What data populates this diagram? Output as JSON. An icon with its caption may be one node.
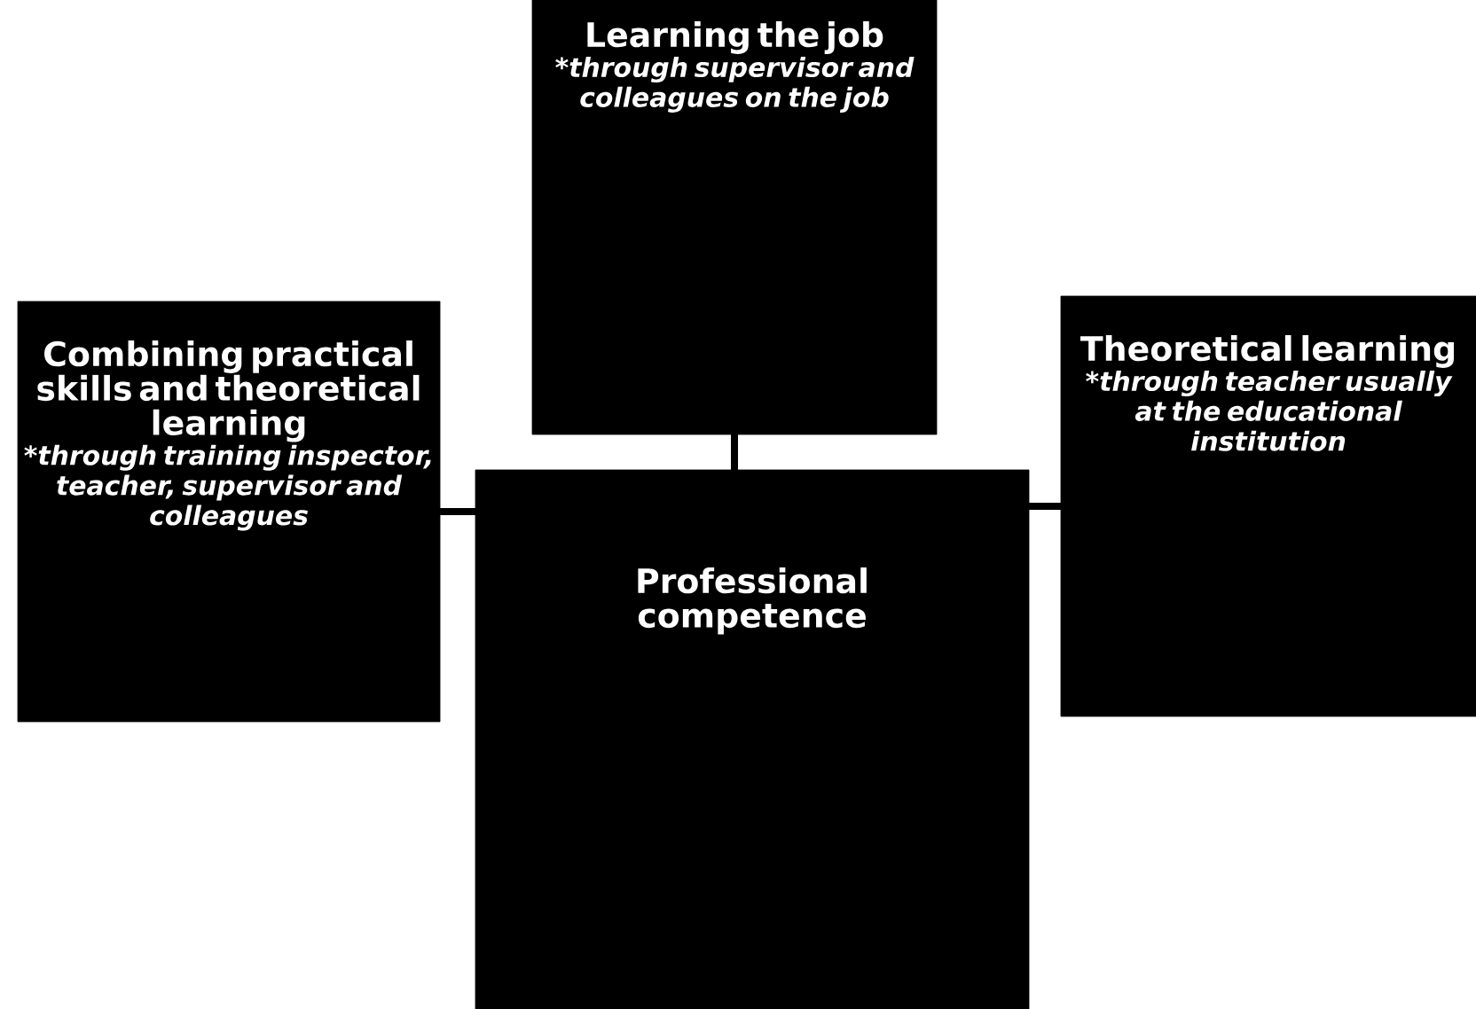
{
  "diagram": {
    "nodes": [
      {
        "text": [
          "Learning the job",
          "*through supervisor and colleagues on the job"
        ]
      },
      {
        "text": [
          "Combining practical skills and theoretical learning",
          "*through training inspector, teacher, supervisor and colleagues"
        ]
      },
      {
        "text": [
          "Professional competence"
        ]
      },
      {
        "text": [
          "Theoretical learning",
          "*through teacher usually at the educational institution"
        ]
      }
    ],
    "edges": [
      {
        "from": 0,
        "to": 2,
        "arrow": "none"
      },
      {
        "from": 1,
        "to": 2,
        "arrow": "none"
      },
      {
        "from": 3,
        "to": 2,
        "arrow": "none"
      }
    ]
  }
}
